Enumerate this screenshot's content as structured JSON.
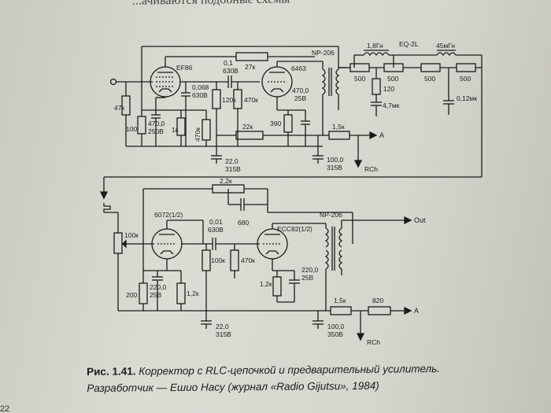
{
  "page": {
    "top_text": "...ачиваются подобные схемы",
    "bottom_fragment": "22"
  },
  "caption": {
    "figure_number": "Рис. 1.41.",
    "line1": "Корректор с RLC-цепочкой и предварительный усилитель.",
    "line2": "Разработчик — Ешио Насу (журнал «Radio Gijutsu», 1984)"
  },
  "upper": {
    "tube1": "EF86",
    "tube2": "6463",
    "transformer": "NP-206",
    "eq": "EQ-2L",
    "l1": "1,8Гн",
    "l2": "45мГн",
    "r_feedback": "27к",
    "c_coupling": "0,1",
    "c_coupling_v": "630В",
    "r_in": "47к",
    "c_068": "0,068",
    "c_068_v": "630В",
    "r_100": "100",
    "c_470": "470,0",
    "c_470_v": "250В",
    "r_1k": "1к",
    "r_470k_a": "470к",
    "r_120k": "120к",
    "r_470k_b": "470к",
    "c_470b": "470,0",
    "c_470b_v": "25В",
    "r_390": "390",
    "r_22k": "22к",
    "r_15k": "1,5к",
    "c_22": "22,0",
    "c_22_v": "315В",
    "c_100": "100,0",
    "c_100_v": "315В",
    "rch": "RCh",
    "node_a": "A",
    "r500_1": "500",
    "r500_2": "500",
    "r500_3": "500",
    "r500_4": "500",
    "r_120": "120",
    "c_47": "4,7мк",
    "c_012": "0,12мк"
  },
  "lower": {
    "tube1": "6072(1/2)",
    "tube2": "ECC82(1/2)",
    "transformer": "NP-206",
    "out": "Out",
    "r_22k": "2,2к",
    "c_680": "680",
    "c_001": "0,01",
    "c_001_v": "630В",
    "pot": "100к",
    "r_200": "200",
    "c_220": "220,0",
    "c_220_v": "25В",
    "r_12k_a": "1,2к",
    "r_100k": "100к",
    "r_470k": "470к",
    "r_12k_b": "1,2к",
    "c_220b": "220,0",
    "c_220b_v": "25В",
    "c_22": "22,0",
    "c_22_v": "315В",
    "r_15k": "1,5к",
    "r_820": "820",
    "c_100": "100,0",
    "c_100_v": "350В",
    "rch": "RCh",
    "node_a": "A"
  }
}
